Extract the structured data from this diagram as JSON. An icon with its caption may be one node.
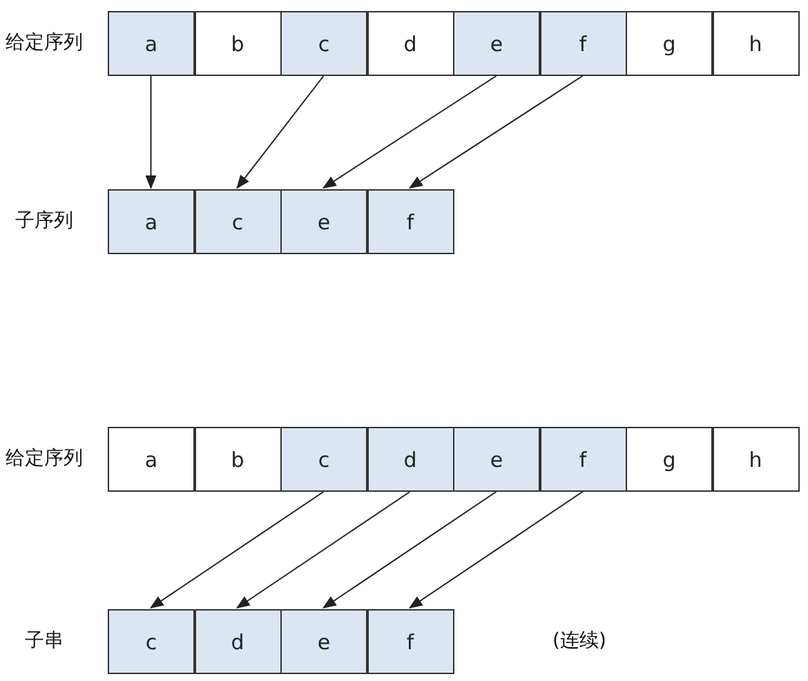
{
  "diagram": {
    "nodes": [
      {
        "text": [
          "a"
        ]
      },
      {
        "text": [
          "b"
        ]
      },
      {
        "text": [
          "c"
        ]
      },
      {
        "text": [
          "d"
        ]
      },
      {
        "text": [
          "e"
        ]
      },
      {
        "text": [
          "f"
        ]
      },
      {
        "text": [
          "g"
        ]
      },
      {
        "text": [
          "h"
        ]
      },
      {
        "text": [
          "a"
        ]
      },
      {
        "text": [
          "c"
        ]
      },
      {
        "text": [
          "e"
        ]
      },
      {
        "text": [
          "f"
        ]
      },
      {
        "text": [
          "a"
        ]
      },
      {
        "text": [
          "b"
        ]
      },
      {
        "text": [
          "c"
        ]
      },
      {
        "text": [
          "d"
        ]
      },
      {
        "text": [
          "e"
        ]
      },
      {
        "text": [
          "f"
        ]
      },
      {
        "text": [
          "g"
        ]
      },
      {
        "text": [
          "h"
        ]
      },
      {
        "text": [
          "c"
        ]
      },
      {
        "text": [
          "d"
        ]
      },
      {
        "text": [
          "e"
        ]
      },
      {
        "text": [
          "f"
        ]
      }
    ],
    "edges": [
      {
        "from": 0,
        "to": 8,
        "arrow": "to"
      },
      {
        "from": 2,
        "to": 9,
        "arrow": "to"
      },
      {
        "from": 4,
        "to": 10,
        "arrow": "to"
      },
      {
        "from": 5,
        "to": 11,
        "arrow": "to"
      },
      {
        "from": 14,
        "to": 20,
        "arrow": "to"
      },
      {
        "from": 15,
        "to": 21,
        "arrow": "to"
      },
      {
        "from": 16,
        "to": 22,
        "arrow": "to"
      },
      {
        "from": 17,
        "to": 23,
        "arrow": "to"
      }
    ],
    "labels": [
      "给定序列",
      "子序列",
      "给定序列",
      "子串",
      "(连续)"
    ]
  }
}
